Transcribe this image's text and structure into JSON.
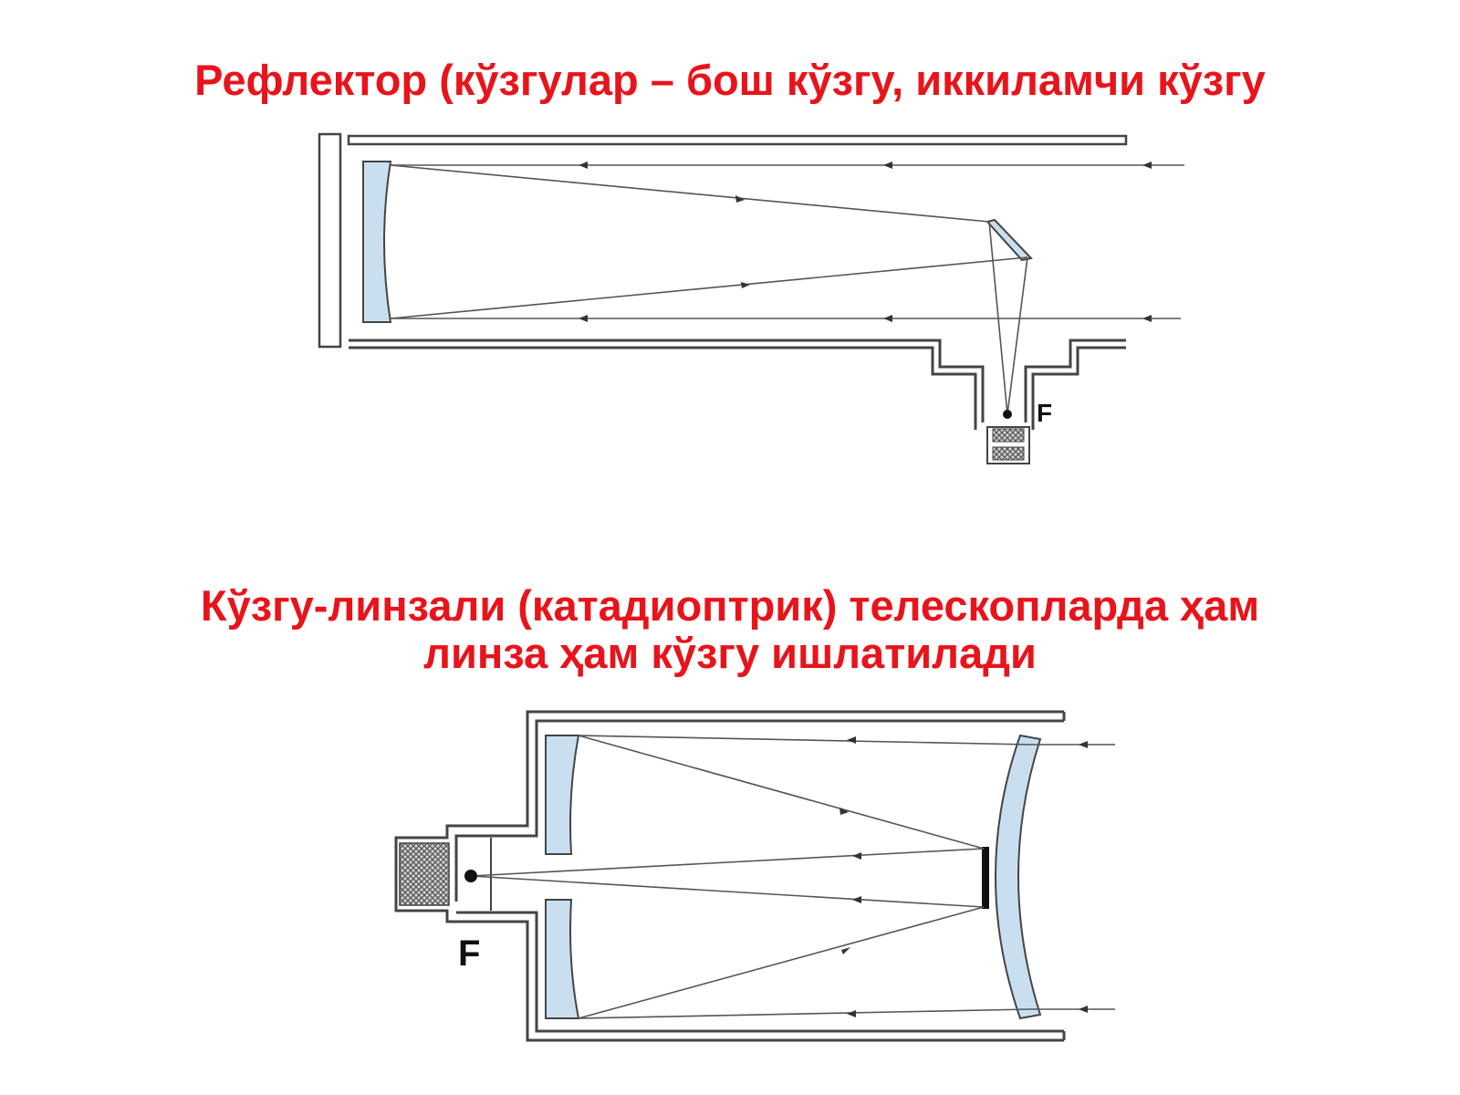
{
  "reflector": {
    "title_bold": "Рефлектор",
    "title_rest": " (кўзгулар – бош кўзгу, иккиламчи кўзгу",
    "focus_label": "F"
  },
  "catadioptric": {
    "title_bold": "Кўзгу-линзали",
    "title_rest_line1": " (катадиоптрик) телескопларда ҳам",
    "title_line2": "линза ҳам кўзгу ишлатилади",
    "focus_label": "F"
  },
  "colors": {
    "heading": "#e8141b",
    "mirror_fill": "#c9dff0",
    "line": "#444444"
  }
}
